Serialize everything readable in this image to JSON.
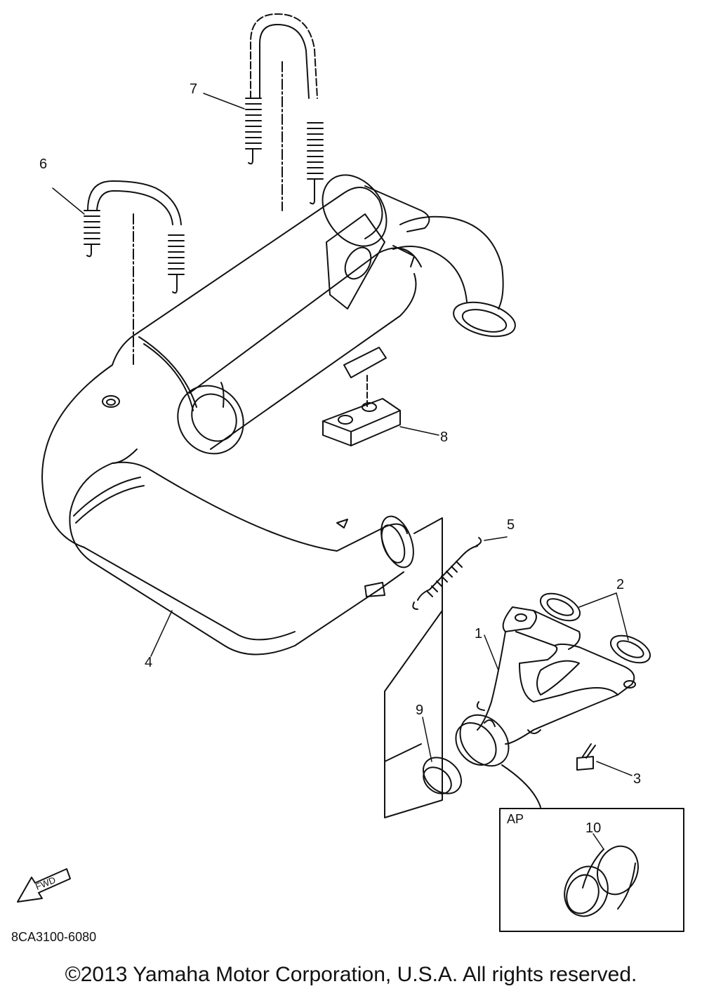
{
  "callouts": {
    "c1": "1",
    "c2": "2",
    "c3": "3",
    "c4": "4",
    "c5": "5",
    "c6": "6",
    "c7": "7",
    "c8": "8",
    "c9": "9",
    "c10": "10"
  },
  "inset_label": "AP",
  "fwd_label": "FWD",
  "part_code": "8CA3100-6080",
  "copyright": "©2013 Yamaha Motor Corporation, U.S.A. All rights reserved."
}
